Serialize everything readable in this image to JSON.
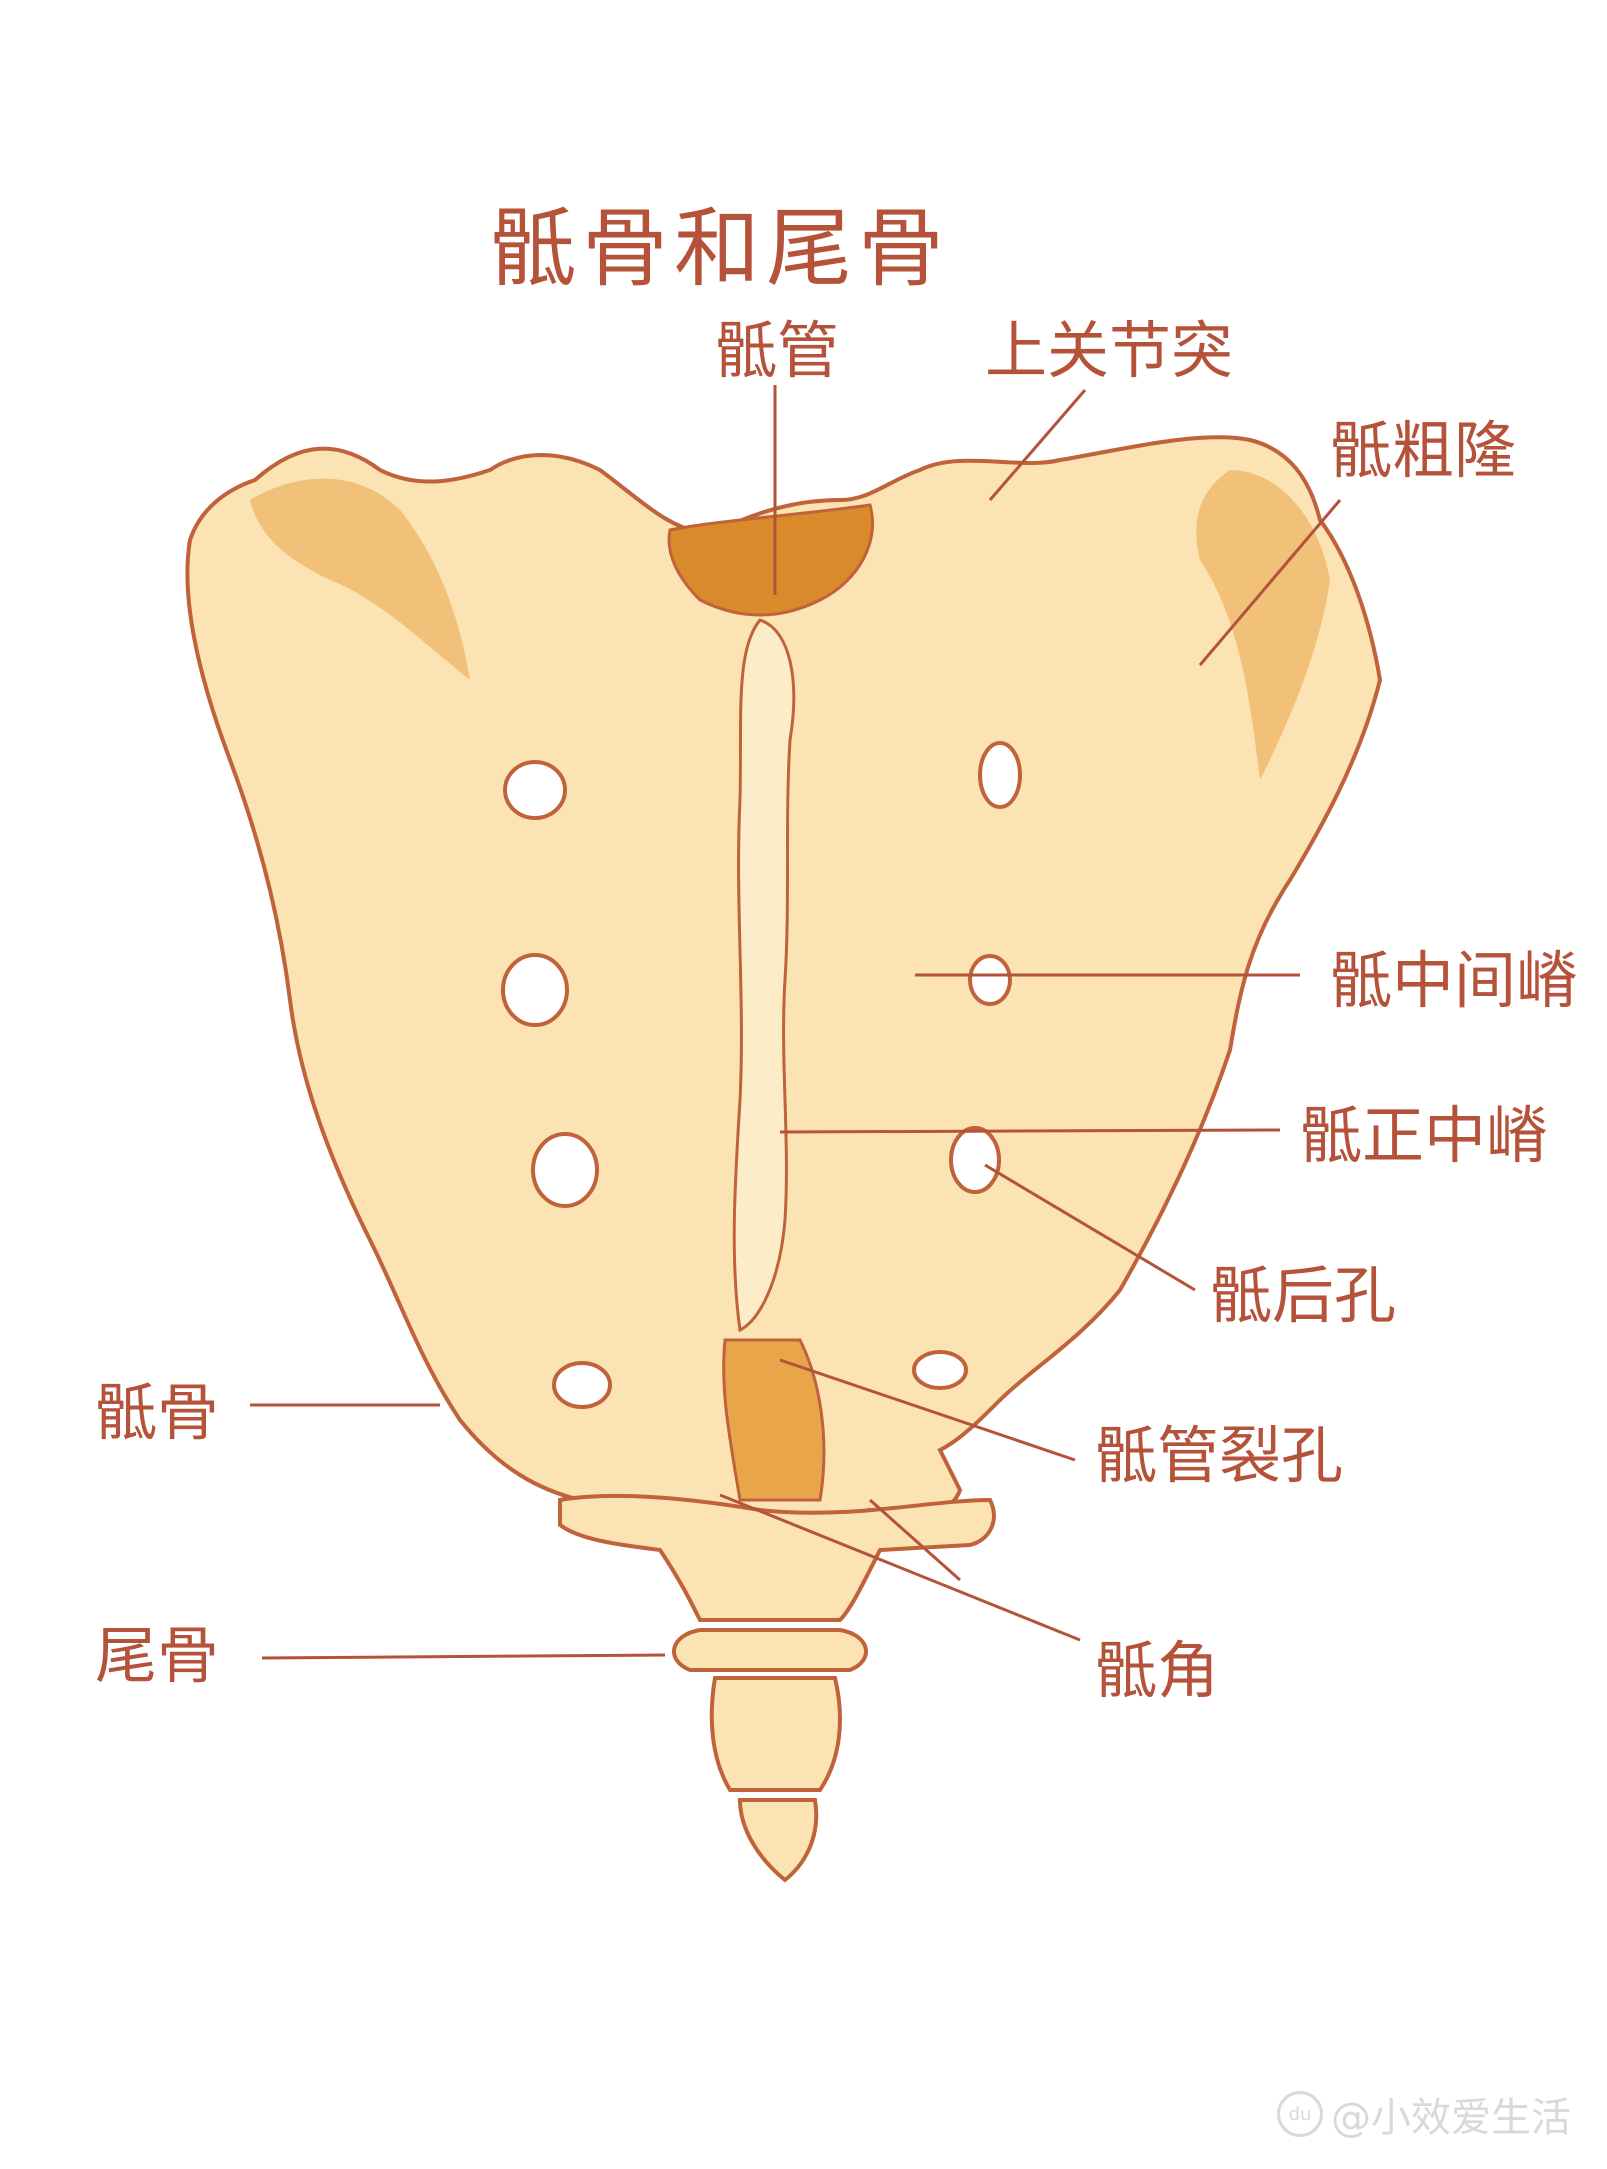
{
  "title": "骶骨和尾骨",
  "labels": {
    "sacral_canal": "骶管",
    "superior_articular_process": "上关节突",
    "sacral_tuberosity": "骶粗隆",
    "intermediate_sacral_crest": "骶中间嵴",
    "median_sacral_crest": "骶正中嵴",
    "posterior_sacral_foramina": "骶后孔",
    "sacral_hiatus": "骶管裂孔",
    "sacral_cornu": "骶角",
    "sacrum": "骶骨",
    "coccyx": "尾骨"
  },
  "watermark": {
    "text": "@小效爱生活",
    "logo": "du"
  },
  "colors": {
    "text": "#b5523a",
    "bone_fill": "#fbe3b4",
    "bone_shade": "#f0b86a",
    "bone_dark": "#d98a2a",
    "outline": "#c0623a"
  }
}
